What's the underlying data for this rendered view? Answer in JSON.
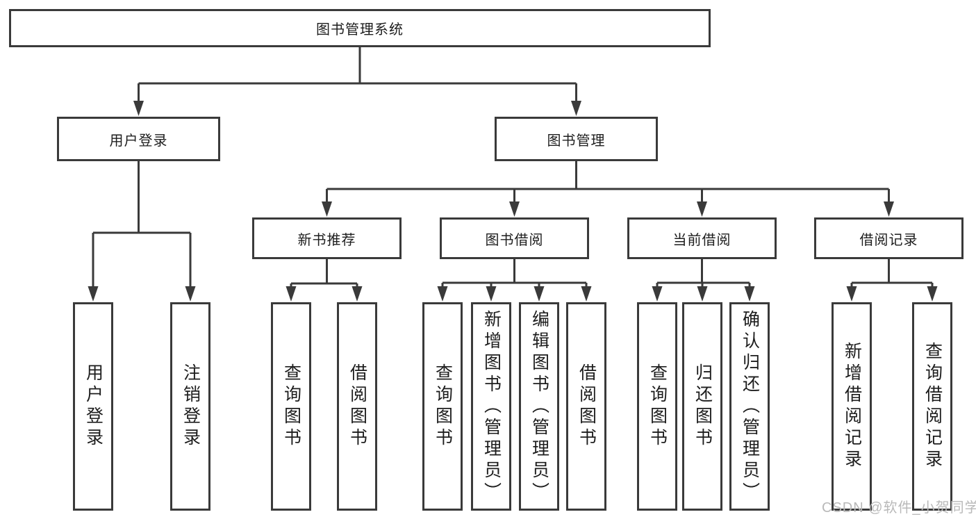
{
  "tree": {
    "label": "图书管理系统",
    "children": [
      {
        "label": "用户登录",
        "children": [
          {
            "label": "用户登录"
          },
          {
            "label": "注销登录"
          }
        ]
      },
      {
        "label": "图书管理",
        "children": [
          {
            "label": "新书推荐",
            "children": [
              {
                "label": "查询图书"
              },
              {
                "label": "借阅图书"
              }
            ]
          },
          {
            "label": "图书借阅",
            "children": [
              {
                "label": "查询图书"
              },
              {
                "label": "新增图书（管理员）"
              },
              {
                "label": "编辑图书（管理员）"
              },
              {
                "label": "借阅图书"
              }
            ]
          },
          {
            "label": "当前借阅",
            "children": [
              {
                "label": "查询图书"
              },
              {
                "label": "归还图书"
              },
              {
                "label": "确认归还（管理员）"
              }
            ]
          },
          {
            "label": "借阅记录",
            "children": [
              {
                "label": "新增借阅记录"
              },
              {
                "label": "查询借阅记录"
              }
            ]
          }
        ]
      }
    ]
  },
  "watermark": "CSDN @软件_小贺同学",
  "colors": {
    "line": "#3a3a3a",
    "border": "#3a3a3a",
    "text": "#1d1d1d",
    "watermark": "#b9b9b9",
    "background": "#ffffff"
  }
}
